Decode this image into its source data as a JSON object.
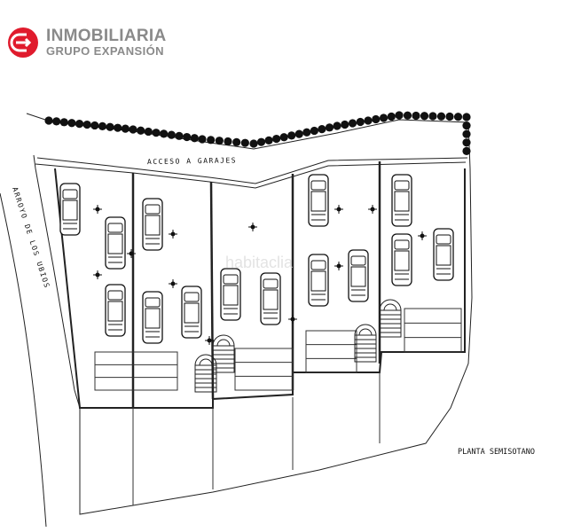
{
  "brand": {
    "line1": "INMOBILIARIA",
    "line2": "GRUPO EXPANSIÓN",
    "accent": "#e01b2d",
    "gray": "#8a8a8a"
  },
  "plan": {
    "access_label": "ACCESO  A  GARAJES",
    "street_label": "ARROYO  DE  LOS  UBIOS",
    "floor_label": "PLANTA  SEMISOTANO",
    "watermark": "habitaclia"
  }
}
